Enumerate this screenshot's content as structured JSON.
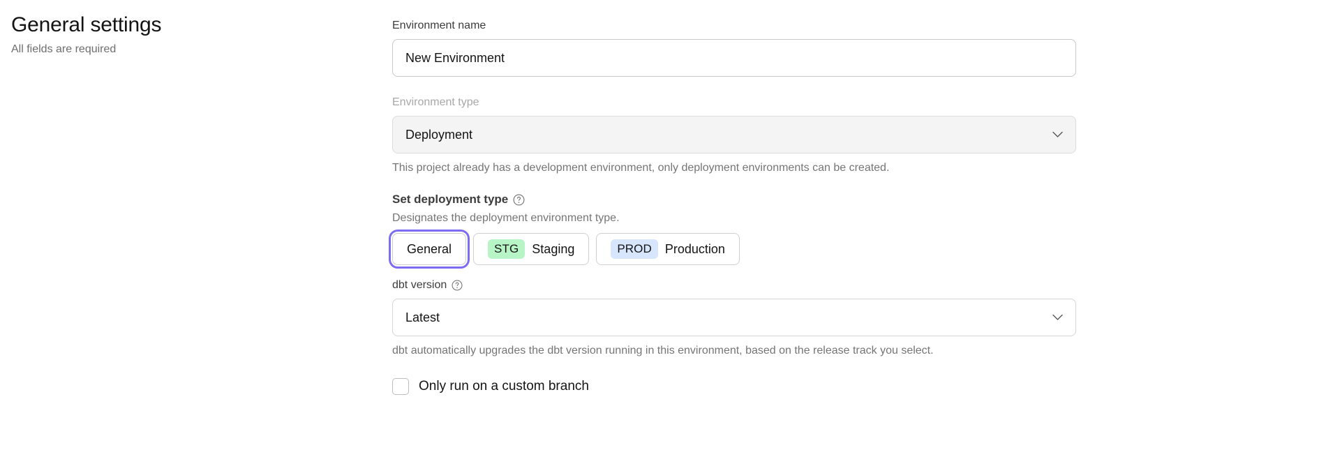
{
  "left_panel": {
    "title": "General settings",
    "subtitle": "All fields are required"
  },
  "form": {
    "environment_name": {
      "label": "Environment name",
      "value": "New Environment",
      "placeholder": "Environment name"
    },
    "environment_type": {
      "label": "Environment type",
      "value": "Deployment",
      "disabled": true,
      "helper": "This project already has a development environment, only deployment environments can be created.",
      "chevron_icon": "chevron-down-icon"
    },
    "deployment_type": {
      "label": "Set deployment type",
      "help_icon": "question-circle-icon",
      "description": "Designates the deployment environment type.",
      "options": [
        {
          "label": "General",
          "badge": "",
          "badge_color": "",
          "selected": true
        },
        {
          "label": "Staging",
          "badge": "STG",
          "badge_color": "#b7f5c6",
          "selected": false
        },
        {
          "label": "Production",
          "badge": "PROD",
          "badge_color": "#d7e6fd",
          "selected": false
        }
      ]
    },
    "dbt_version": {
      "label": "dbt version",
      "help_icon": "question-circle-icon",
      "value": "Latest",
      "helper": "dbt automatically upgrades the dbt version running in this environment, based on the release track you select.",
      "chevron_icon": "chevron-down-icon"
    },
    "custom_branch": {
      "label": "Only run on a custom branch",
      "checked": false
    }
  },
  "colors": {
    "focus_ring": "#7c6cf2",
    "staging_badge": "#b7f5c6",
    "production_badge": "#d7e6fd",
    "disabled_bg": "#f4f4f4"
  }
}
